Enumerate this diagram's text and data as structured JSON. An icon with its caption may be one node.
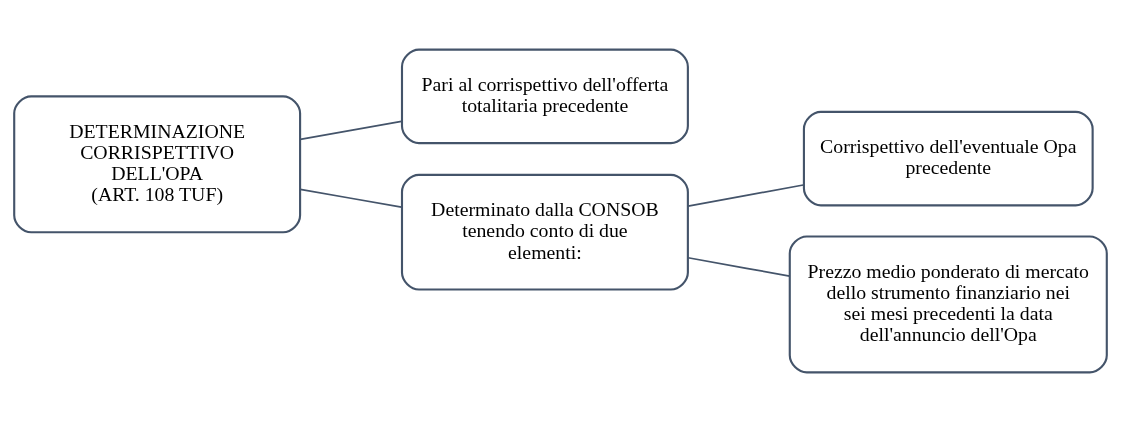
{
  "diagram": {
    "nodes": [
      {
        "text": [
          "DETERMINAZIONE CORRISPETTIVO DELL'OPA",
          "(ART. 108 TUF)"
        ]
      },
      {
        "text": [
          "Pari al corrispettivo dell'offerta totalitaria precedente"
        ]
      },
      {
        "text": [
          "Determinato dalla CONSOB tenendo conto di due elementi:"
        ]
      },
      {
        "text": [
          "Corrispettivo dell'eventuale Opa precedente"
        ]
      },
      {
        "text": [
          "Prezzo medio ponderato di mercato dello strumento finanziario nei sei mesi precedenti la data dell'annuncio dell'Opa"
        ]
      }
    ],
    "edges": [
      {
        "from": 0,
        "to": 1,
        "arrow": "none"
      },
      {
        "from": 0,
        "to": 2,
        "arrow": "none"
      },
      {
        "from": 2,
        "to": 3,
        "arrow": "none"
      },
      {
        "from": 2,
        "to": 4,
        "arrow": "none"
      }
    ]
  }
}
